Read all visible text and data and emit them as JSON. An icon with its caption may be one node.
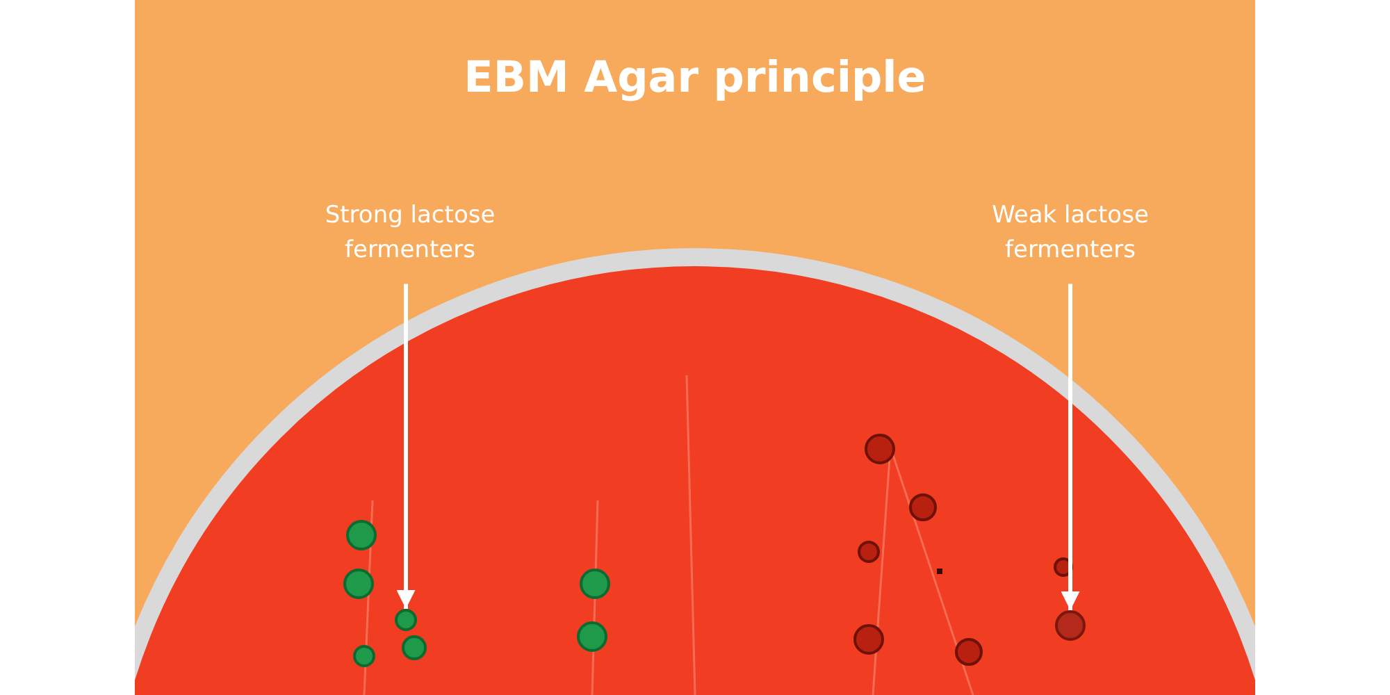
{
  "diagram": {
    "title": "EBM Agar principle",
    "nodes": [
      {
        "text": [
          "Strong lactose fermenters"
        ]
      },
      {
        "text": [],
        "shape": "circle"
      },
      {
        "text": [
          "Weak lactose fermenters"
        ]
      },
      {
        "text": [],
        "shape": "circle"
      }
    ],
    "edges": [
      {
        "from": 0,
        "to": 1,
        "arrow": "to"
      },
      {
        "from": 2,
        "to": 3,
        "arrow": "to"
      }
    ]
  }
}
